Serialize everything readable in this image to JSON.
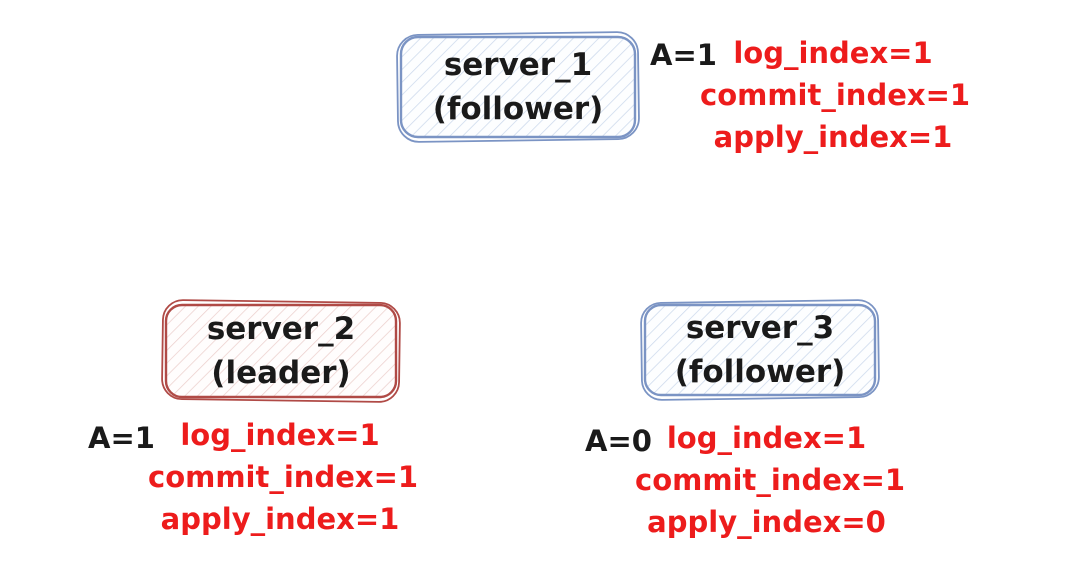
{
  "diagram": {
    "colors": {
      "stat_text_red": "#ed1c1c",
      "label_text_black": "#1a1a1a",
      "follower_border_blue": "#7b94c4",
      "follower_hatch_blue": "#ccd9ec",
      "leader_border_red": "#b04a46",
      "leader_hatch_red": "#eccfcd"
    },
    "servers": [
      {
        "name": "server_1",
        "role": "(follower)",
        "variable": "A=1",
        "stats": [
          "log_index=1",
          "commit_index=1",
          "apply_index=1"
        ]
      },
      {
        "name": "server_2",
        "role": "(leader)",
        "variable": "A=1",
        "stats": [
          "log_index=1",
          "commit_index=1",
          "apply_index=1"
        ]
      },
      {
        "name": "server_3",
        "role": "(follower)",
        "variable": "A=0",
        "stats": [
          "log_index=1",
          "commit_index=1",
          "apply_index=0"
        ]
      }
    ]
  }
}
